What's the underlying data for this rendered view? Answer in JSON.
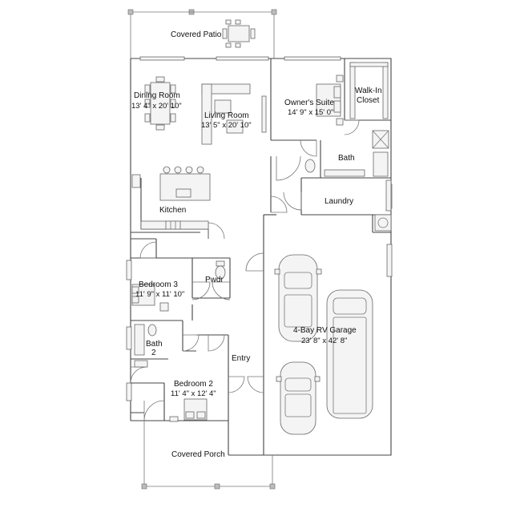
{
  "rooms": {
    "covered_patio": {
      "name": "Covered Patio"
    },
    "dining_room": {
      "name": "Dining Room",
      "size": "13' 4\" x 20' 10\""
    },
    "living_room": {
      "name": "Living Room",
      "size": "13' 5\" x 20' 10\""
    },
    "owners_suite": {
      "name": "Owner's Suite",
      "size": "14' 9\" x 15' 0\""
    },
    "walk_in_closet": {
      "name": "Walk-In",
      "name2": "Closet"
    },
    "owners_bath": {
      "name": "Bath"
    },
    "kitchen": {
      "name": "Kitchen"
    },
    "laundry": {
      "name": "Laundry"
    },
    "pwdr": {
      "name": "Pwdr"
    },
    "bedroom_3": {
      "name": "Bedroom 3",
      "size": "11' 9\" x 11' 10\""
    },
    "bath_2": {
      "name": "Bath",
      "name2": "2"
    },
    "garage": {
      "name": "4-Bay RV Garage",
      "size": "23' 8\" x 42' 8\""
    },
    "entry": {
      "name": "Entry"
    },
    "bedroom_2": {
      "name": "Bedroom 2",
      "size": "11' 4\" x 12' 4\""
    },
    "covered_porch": {
      "name": "Covered Porch"
    }
  }
}
